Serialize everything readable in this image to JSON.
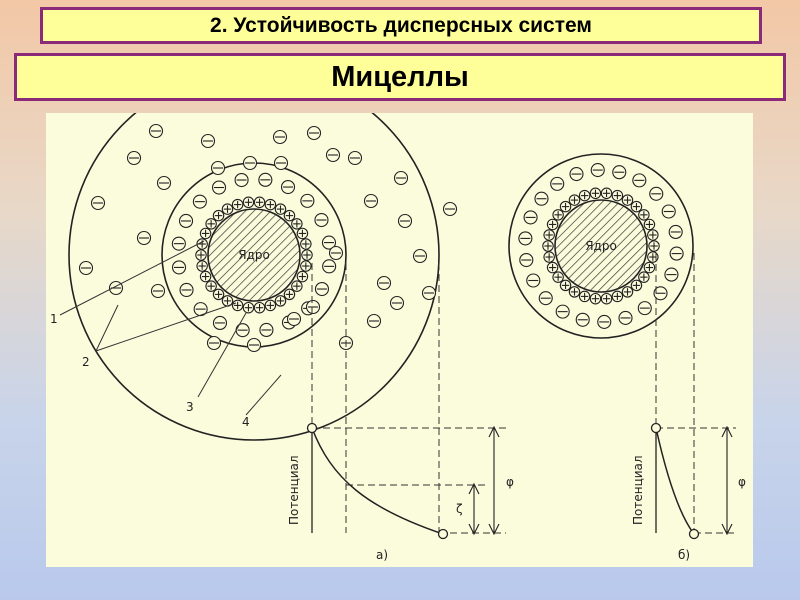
{
  "header": {
    "title": "2. Устойчивость дисперсных систем",
    "subtitle": "Мицеллы"
  },
  "diagram": {
    "core_label": "Ядро",
    "potential_label": "Потенциал",
    "phi_label": "φ",
    "zeta_label": "ζ",
    "callouts": [
      "1",
      "2",
      "3",
      "4"
    ],
    "panel_a_label": "а)",
    "panel_b_label": "б)"
  },
  "colors": {
    "banner_fill": "#ffff99",
    "banner_border": "#8b2a78",
    "figure_background": "#fbfcdc",
    "line": "#222222"
  }
}
